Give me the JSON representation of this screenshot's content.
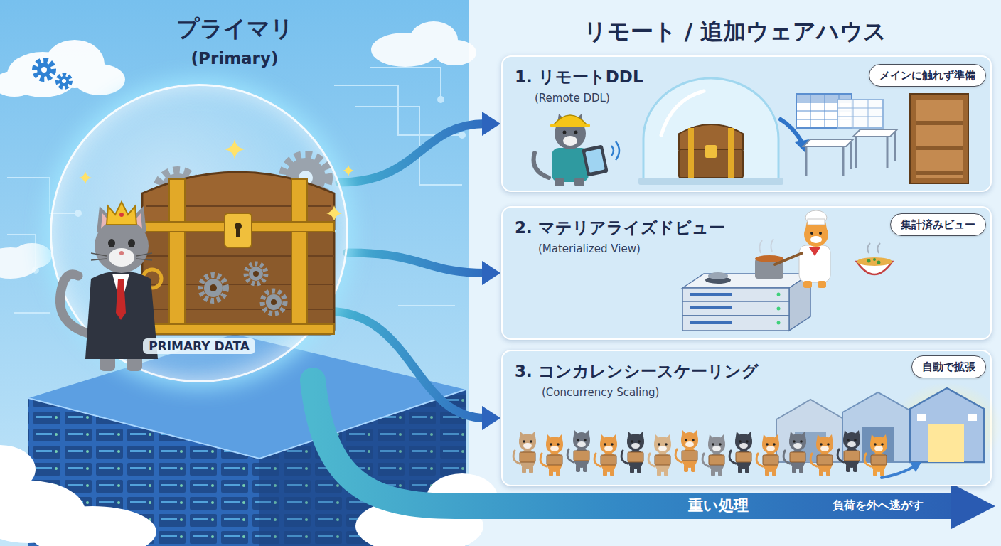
{
  "diagram": {
    "nodes": [
      {
        "text": [
          "プライマリ",
          "(Primary)"
        ]
      },
      {
        "text": [
          "PRIMARY DATA"
        ],
        "in": 0
      },
      {
        "text": [
          "リモート / 追加ウェアハウス"
        ]
      },
      {
        "text": [
          "1. リモートDDL",
          "(Remote DDL)"
        ],
        "in": 2
      },
      {
        "text": [
          "メインに触れず準備"
        ],
        "in": 3
      },
      {
        "text": [
          "2. マテリアライズドビュー",
          "(Materialized View)"
        ],
        "in": 2
      },
      {
        "text": [
          "集計済みビュー"
        ],
        "in": 5
      },
      {
        "text": [
          "3. コンカレンシースケーリング",
          "(Concurrency Scaling)"
        ],
        "in": 2
      },
      {
        "text": [
          "自動で拡張"
        ],
        "in": 7
      }
    ],
    "edges": [
      {
        "from": 1,
        "to": 3,
        "arrow": "to"
      },
      {
        "from": 1,
        "to": 5,
        "arrow": "to"
      },
      {
        "from": 1,
        "to": 7,
        "arrow": "to"
      }
    ],
    "labels": [
      "重い処理",
      "負荷を外へ逃がす"
    ]
  }
}
